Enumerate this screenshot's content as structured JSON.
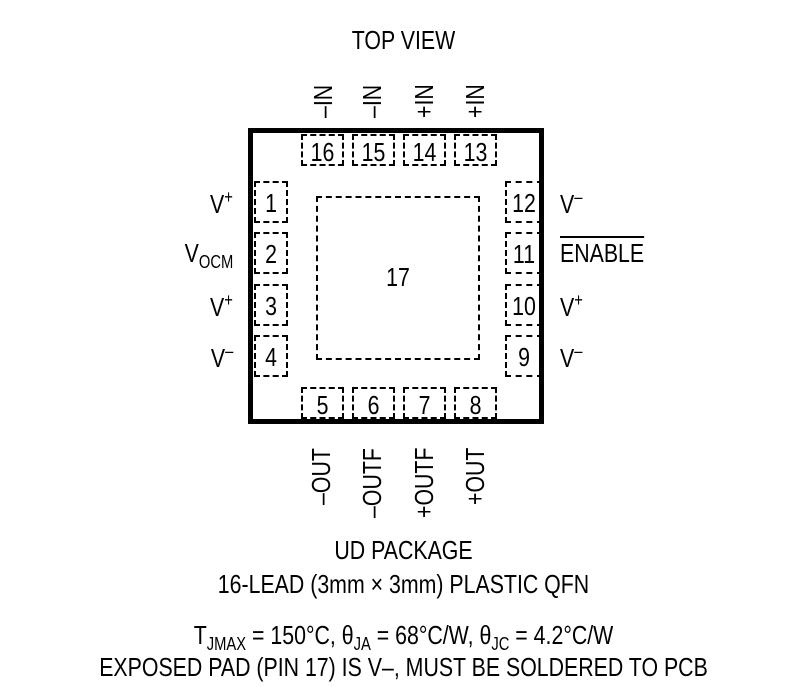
{
  "header": {
    "title": "TOP VIEW"
  },
  "package": {
    "exposed_pad_number": "17",
    "top_pins": [
      {
        "number": "16",
        "label": "–IN"
      },
      {
        "number": "15",
        "label": "–IN"
      },
      {
        "number": "14",
        "label": "+IN"
      },
      {
        "number": "13",
        "label": "+IN"
      }
    ],
    "bottom_pins": [
      {
        "number": "5",
        "label": "–OUT"
      },
      {
        "number": "6",
        "label": "–OUTF"
      },
      {
        "number": "7",
        "label": "+OUTF"
      },
      {
        "number": "8",
        "label": "+OUT"
      }
    ],
    "left_pins": [
      {
        "number": "1",
        "label_main": "V",
        "label_sup": "+",
        "label_sub": ""
      },
      {
        "number": "2",
        "label_main": "V",
        "label_sup": "",
        "label_sub": "OCM"
      },
      {
        "number": "3",
        "label_main": "V",
        "label_sup": "+",
        "label_sub": ""
      },
      {
        "number": "4",
        "label_main": "V",
        "label_sup": "–",
        "label_sub": ""
      }
    ],
    "right_pins": [
      {
        "number": "12",
        "label_main": "V",
        "label_sup": "–"
      },
      {
        "number": "11",
        "label_main": "ENABLE",
        "label_sup": ""
      },
      {
        "number": "10",
        "label_main": "V",
        "label_sup": "+"
      },
      {
        "number": "9",
        "label_main": "V",
        "label_sup": "–"
      }
    ]
  },
  "footer": {
    "package_name": "UD PACKAGE",
    "package_desc": "16-LEAD (3mm × 3mm) PLASTIC QFN",
    "thermal": {
      "t_main": "T",
      "t_sub": "JMAX",
      "t_val": " = 150°C, θ",
      "ja_sub": "JA",
      "ja_val": " = 68°C/W, θ",
      "jc_sub": "JC",
      "jc_val": " = 4.2°C/W"
    },
    "exposed_pad_note": "EXPOSED PAD (PIN 17) IS V–, MUST BE SOLDERED TO PCB"
  }
}
